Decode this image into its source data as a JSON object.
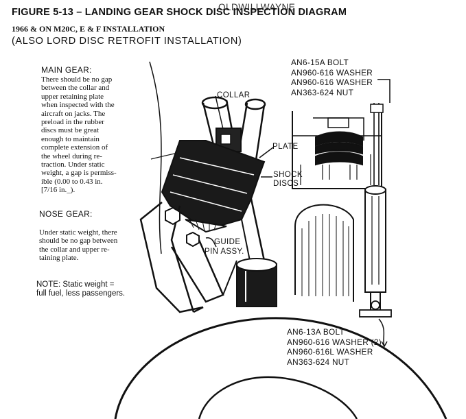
{
  "figure": {
    "title": "FIGURE 5-13 – LANDING GEAR SHOCK DISC INSPECTION DIAGRAM",
    "watermark": "OLDWILLWAYNE",
    "subtitle_1": "1966 & ON M20C, E & F INSTALLATION",
    "subtitle_2": "(ALSO LORD DISC RETROFIT INSTALLATION)"
  },
  "main_gear": {
    "heading": "MAIN GEAR:",
    "lines": [
      "There should be no gap",
      "between the collar and",
      "upper retaining plate",
      "when inspected with the",
      "aircraft on jacks.  The",
      "preload in the rubber",
      "discs must be great",
      "enough to maintain",
      "complete extension of",
      "the wheel during re-",
      "traction.  Under static",
      "weight, a gap is permiss-",
      "ible (0.00 to 0.43 in.",
      "[7/16 in._)."
    ]
  },
  "nose_gear": {
    "heading": "NOSE GEAR:",
    "lines": [
      "Under static weight, there",
      "should be no gap between",
      "the collar and upper re-",
      "taining plate."
    ]
  },
  "note": {
    "lines": [
      "NOTE:  Static weight =",
      "full fuel, less passengers."
    ]
  },
  "callouts": {
    "collar": "COLLAR",
    "plate": "PLATE",
    "shock_discs_1": "SHOCK",
    "shock_discs_2": "DISCS",
    "guide_pin_1": "GUIDE",
    "guide_pin_2": "PIN ASSY."
  },
  "upper_hardware": [
    "AN6-15A BOLT",
    "AN960-616 WASHER",
    "AN960-616 WASHER",
    "AN363-624 NUT"
  ],
  "lower_hardware": [
    "AN6-13A BOLT",
    "AN960-616 WASHER (2)",
    "AN960-616L WASHER",
    "AN363-624 NUT"
  ],
  "icons": {
    "gear_assembly": "landing-gear-illustration-icon"
  },
  "colors": {
    "ink": "#111111",
    "paper": "#ffffff"
  }
}
